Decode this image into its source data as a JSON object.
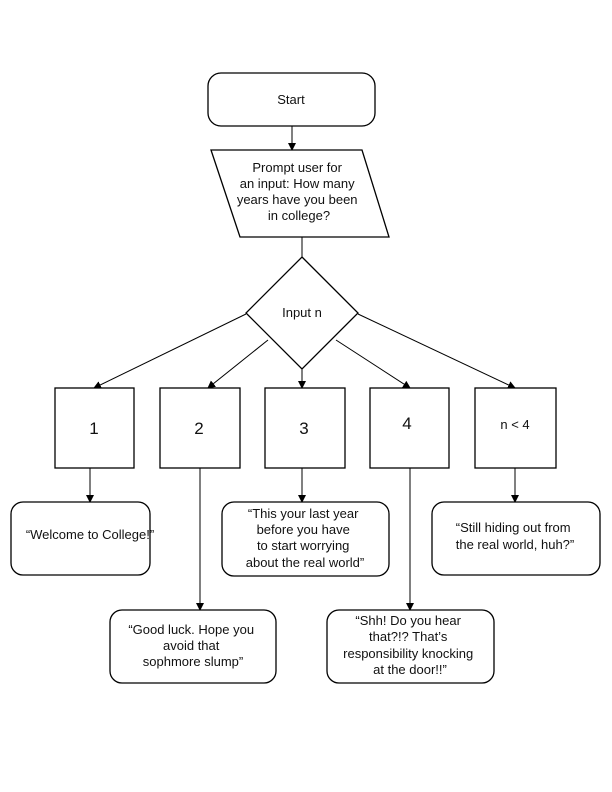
{
  "start": {
    "label": "Start"
  },
  "prompt": {
    "lines": [
      "Prompt user for",
      "an input: How many",
      "years have you been",
      "in college?"
    ]
  },
  "decision": {
    "label": "Input n"
  },
  "cases": [
    {
      "label": "1"
    },
    {
      "label": "2"
    },
    {
      "label": "3"
    },
    {
      "label": "4"
    },
    {
      "label": "n < 4"
    }
  ],
  "messages": [
    {
      "lines": [
        "“Welcome to College!”"
      ]
    },
    {
      "lines": [
        "“Good luck. Hope you",
        "avoid that",
        "sophmore slump”"
      ]
    },
    {
      "lines": [
        "“This your last year",
        "before you have",
        "to start worrying",
        "about the real world”"
      ]
    },
    {
      "lines": [
        "“Shh! Do you hear",
        "that?!? That’s",
        "responsibility knocking",
        "at the door!!”"
      ]
    },
    {
      "lines": [
        "“Still hiding out from",
        "the real world, huh?”"
      ]
    }
  ]
}
